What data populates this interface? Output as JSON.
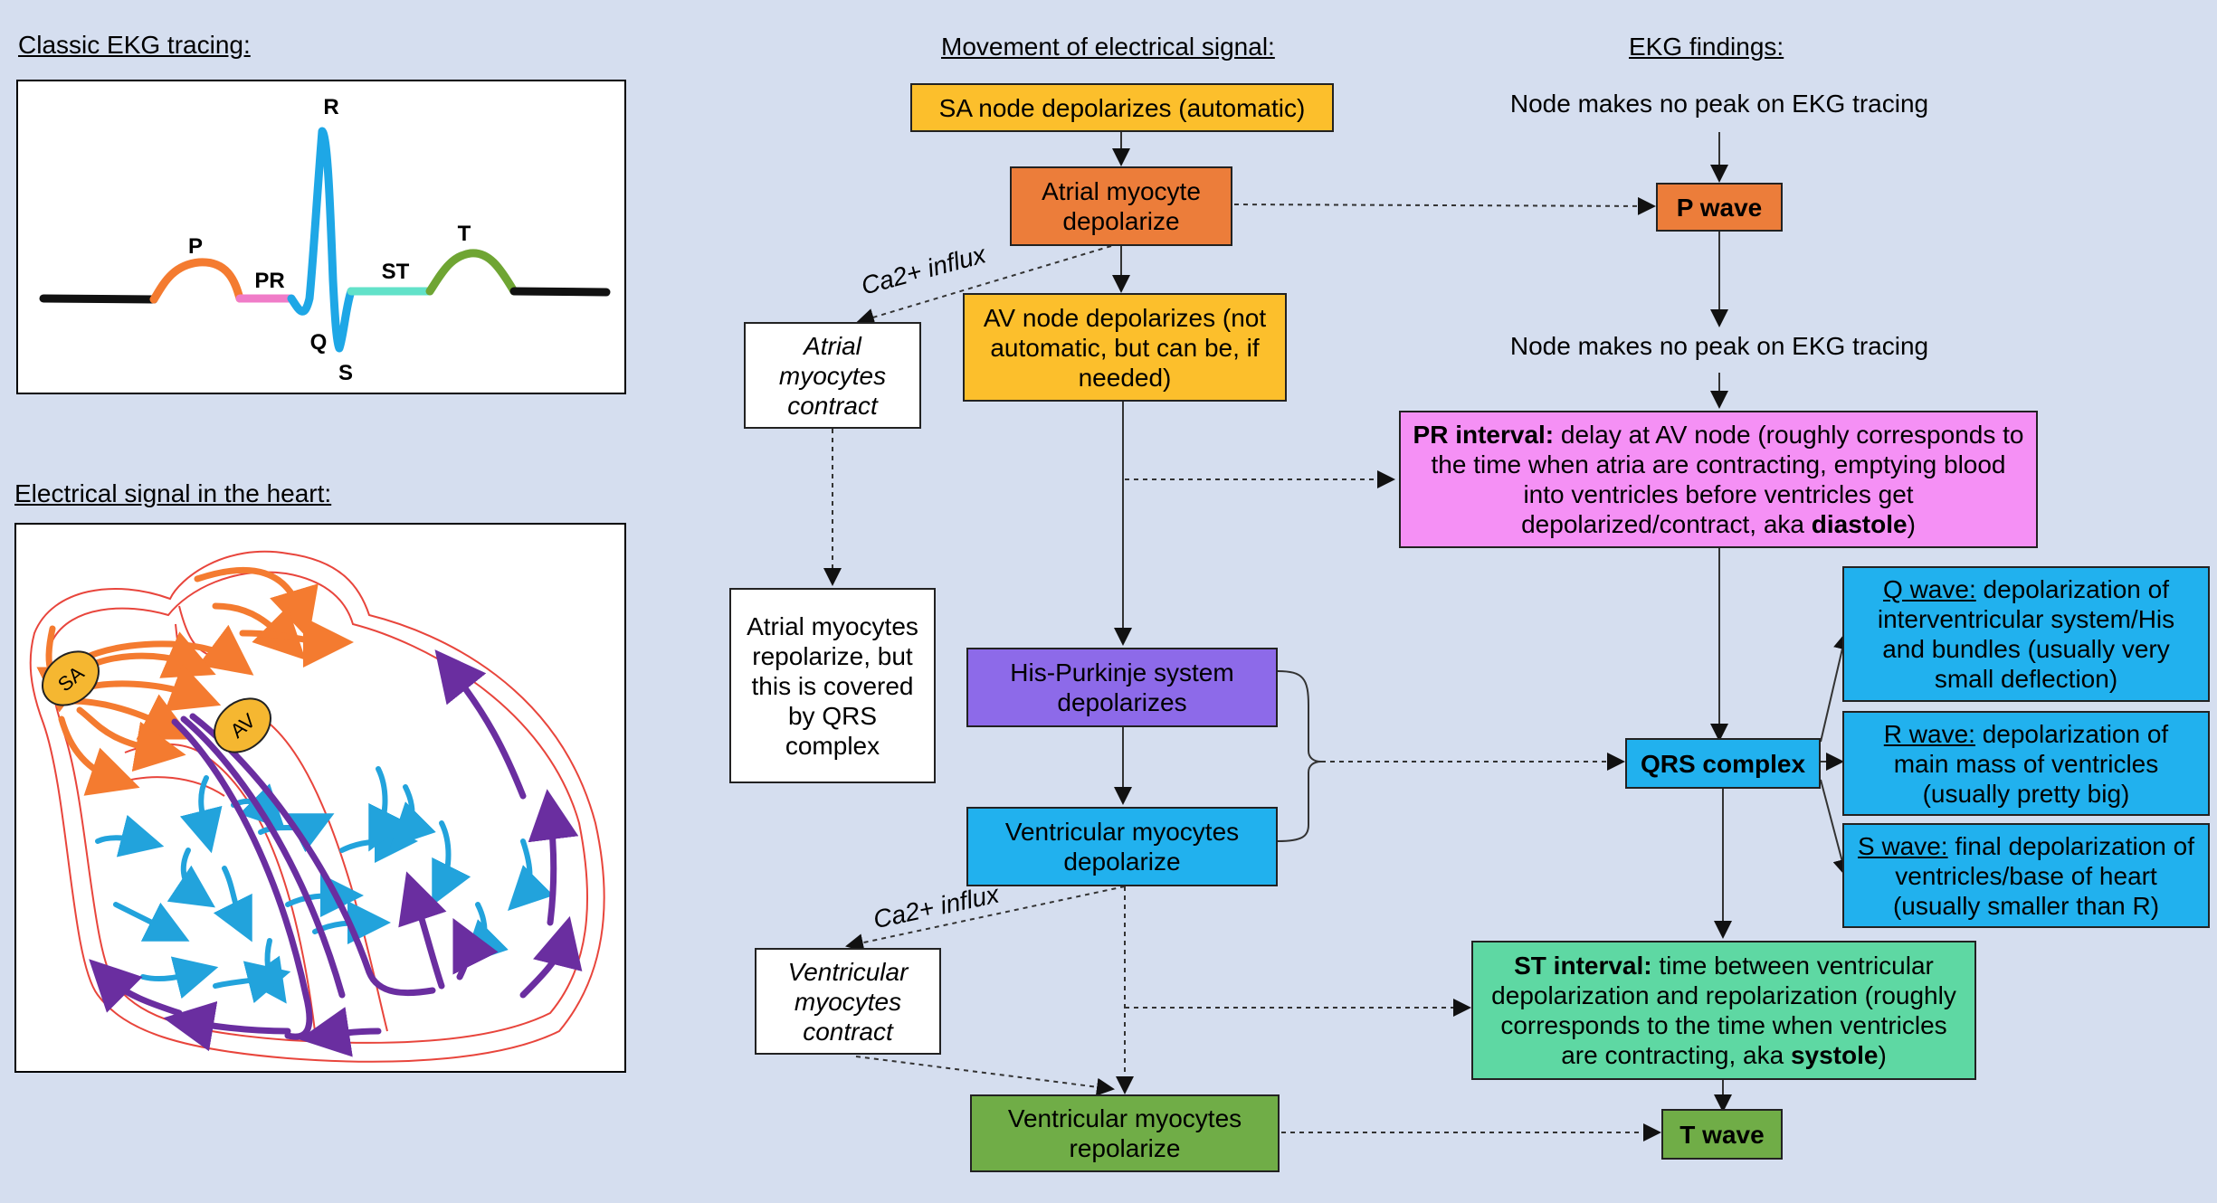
{
  "headers": {
    "ekg_tracing": "Classic EKG tracing:",
    "heart_signal": "Electrical signal in the heart:",
    "movement": "Movement of electrical signal:",
    "findings": "EKG findings:"
  },
  "ekg_labels": {
    "p": "P",
    "pr": "PR",
    "q": "Q",
    "r": "R",
    "s": "S",
    "st": "ST",
    "t": "T"
  },
  "heart_labels": {
    "sa": "SA",
    "av": "AV"
  },
  "flow": {
    "sa_node": "SA node depolarizes (automatic)",
    "atrial_depol": "Atrial myocyte depolarize",
    "av_node": "AV node depolarizes (not automatic, but can be, if needed)",
    "atrial_contract": "Atrial myocytes contract",
    "ca_influx_1": "Ca2+ influx",
    "atrial_repol": "Atrial myocytes repolarize, but this is covered by QRS complex",
    "his_purkinje": "His-Purkinje system depolarizes",
    "ventricular_depol": "Ventricular myocytes depolarize",
    "ca_influx_2": "Ca2+ influx",
    "ventricular_contract": "Ventricular myocytes contract",
    "ventricular_repol": "Ventricular myocytes repolarize"
  },
  "findings": {
    "no_peak_1": "Node makes no peak on EKG tracing",
    "p_wave": "P wave",
    "no_peak_2": "Node makes no peak on EKG tracing",
    "pr_title": "PR interval:",
    "pr_text": " delay at AV node (roughly corresponds to the time when atria are contracting, emptying blood into ventricles before ventricles get depolarized/contract, aka ",
    "pr_bold": "diastole",
    "pr_end": ")",
    "qrs": "QRS complex",
    "q_title": "Q wave:",
    "q_text": " depolarization of interventricular system/His and bundles (usually very small deflection)",
    "r_title": "R wave:",
    "r_text": " depolarization of main mass of ventricles (usually pretty big)",
    "s_title": "S wave:",
    "s_text": " final depolarization of ventricles/base of heart (usually smaller than R)",
    "st_title": "ST interval:",
    "st_text": " time between ventricular depolarization and repolarization (roughly corresponds to the time when ventricles are contracting, aka ",
    "st_bold": "systole",
    "st_end": ")",
    "t_wave": "T wave"
  },
  "colors": {
    "background": "#d5deef",
    "sa_box": "#fcbf2c",
    "atrial_box": "#ec7d3a",
    "purkinje_box": "#8d6ae9",
    "ventricular_box": "#21b1ee",
    "pr_box": "#f590f5",
    "st_box": "#5ed8a3",
    "repol_box": "#70ad47"
  }
}
